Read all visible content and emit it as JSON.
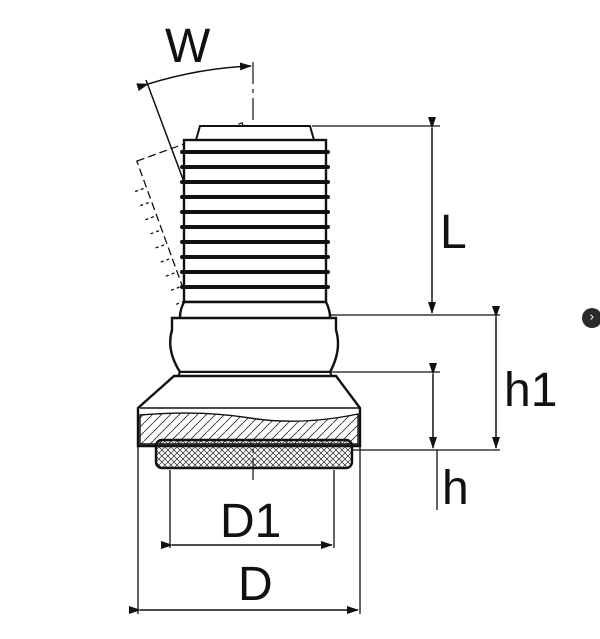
{
  "diagram": {
    "labels": {
      "angle": "W",
      "thread_length": "L",
      "body_height": "h1",
      "pad_height": "h",
      "pad_diameter": "D1",
      "base_diameter": "D"
    }
  },
  "viewer": {
    "next_icon": "chevron-right-icon"
  }
}
